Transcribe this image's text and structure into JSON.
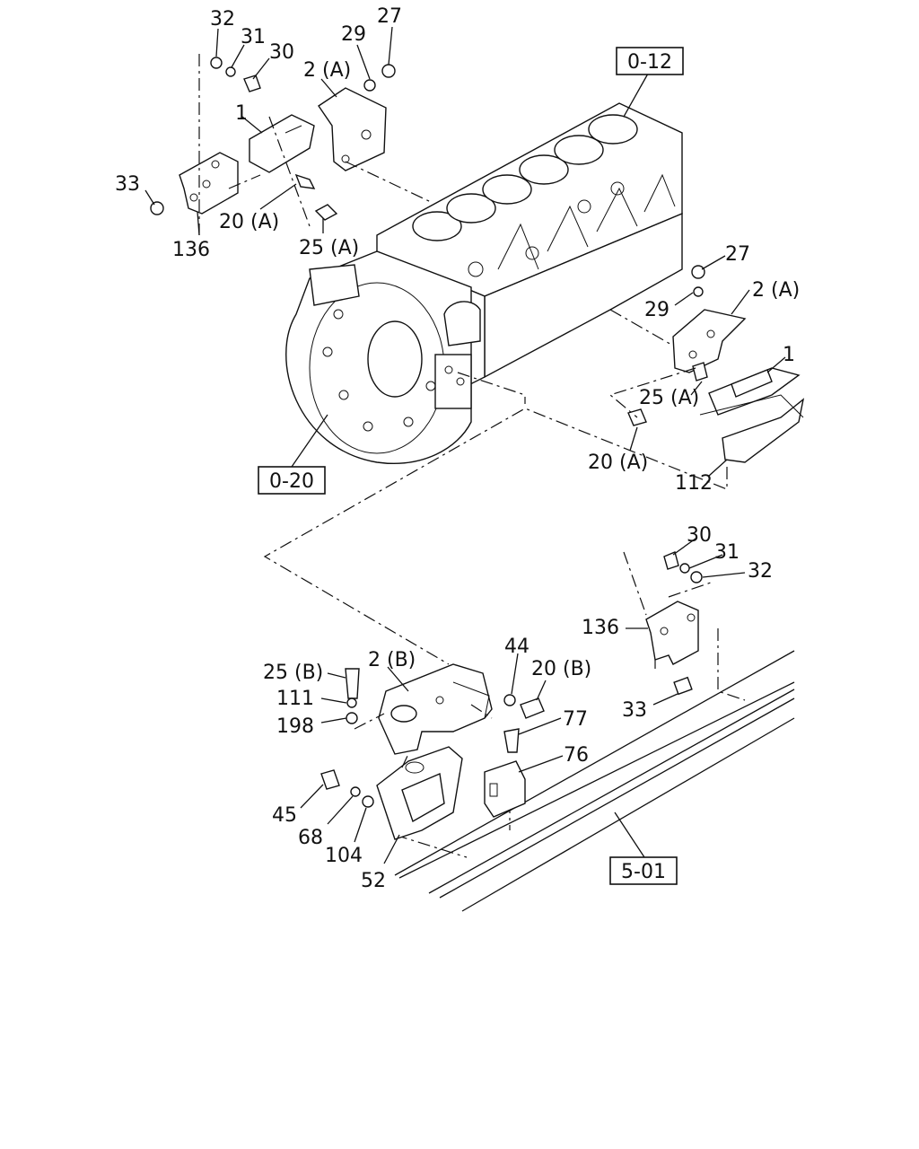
{
  "references": {
    "block": "0-12",
    "flywheel_housing": "0-20",
    "frame": "5-01"
  },
  "callouts": {
    "top_left": {
      "p32": "32",
      "p31": "31",
      "p30": "30",
      "p29": "29",
      "p27": "27",
      "p2a": "2 (A)",
      "p1": "1",
      "p33": "33",
      "p20a": "20 (A)",
      "p136": "136",
      "p25a": "25 (A)"
    },
    "right": {
      "p27": "27",
      "p2a": "2 (A)",
      "p29": "29",
      "p1": "1",
      "p25a": "25 (A)",
      "p20a": "20 (A)",
      "p112": "112"
    },
    "frame_bracket": {
      "p30": "30",
      "p31": "31",
      "p32": "32",
      "p136": "136",
      "p33": "33"
    },
    "rear_mount": {
      "p25b": "25 (B)",
      "p2b": "2 (B)",
      "p44": "44",
      "p20b": "20 (B)",
      "p111": "111",
      "p198": "198",
      "p77": "77",
      "p76": "76",
      "p45": "45",
      "p68": "68",
      "p104": "104",
      "p52": "52"
    }
  }
}
